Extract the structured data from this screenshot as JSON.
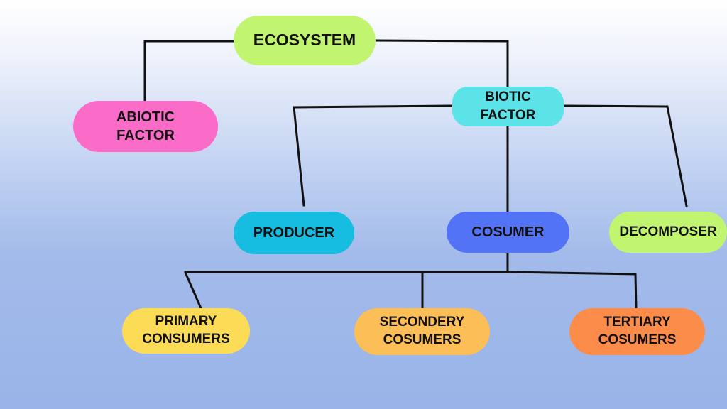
{
  "diagram": {
    "edge_color": "#111111",
    "nodes": [
      {
        "id": "ecosystem",
        "lines": [
          "ECOSYSTEM"
        ],
        "fill": "#c1f570"
      },
      {
        "id": "abiotic",
        "lines": [
          "ABIOTIC",
          "FACTOR"
        ],
        "fill": "#fb6cc9"
      },
      {
        "id": "biotic",
        "lines": [
          "BIOTIC",
          "FACTOR"
        ],
        "fill": "#5ce3e8"
      },
      {
        "id": "producer",
        "lines": [
          "PRODUCER"
        ],
        "fill": "#16bde0"
      },
      {
        "id": "consumer",
        "lines": [
          "COSUMER"
        ],
        "fill": "#5373f7"
      },
      {
        "id": "decomposer",
        "lines": [
          "DECOMPOSER"
        ],
        "fill": "#c1f570"
      },
      {
        "id": "primary",
        "lines": [
          "PRIMARY",
          "CONSUMERS"
        ],
        "fill": "#fcdb57"
      },
      {
        "id": "secondary",
        "lines": [
          "SECONDERY",
          "COSUMERS"
        ],
        "fill": "#fcbe57"
      },
      {
        "id": "tertiary",
        "lines": [
          "TERTIARY",
          "COSUMERS"
        ],
        "fill": "#fc8c4a"
      }
    ],
    "edges": [
      {
        "from": "ecosystem",
        "to": "abiotic"
      },
      {
        "from": "ecosystem",
        "to": "biotic"
      },
      {
        "from": "biotic",
        "to": "producer"
      },
      {
        "from": "biotic",
        "to": "consumer"
      },
      {
        "from": "biotic",
        "to": "decomposer"
      },
      {
        "from": "consumer",
        "to": "primary"
      },
      {
        "from": "consumer",
        "to": "secondary"
      },
      {
        "from": "consumer",
        "to": "tertiary"
      }
    ]
  }
}
